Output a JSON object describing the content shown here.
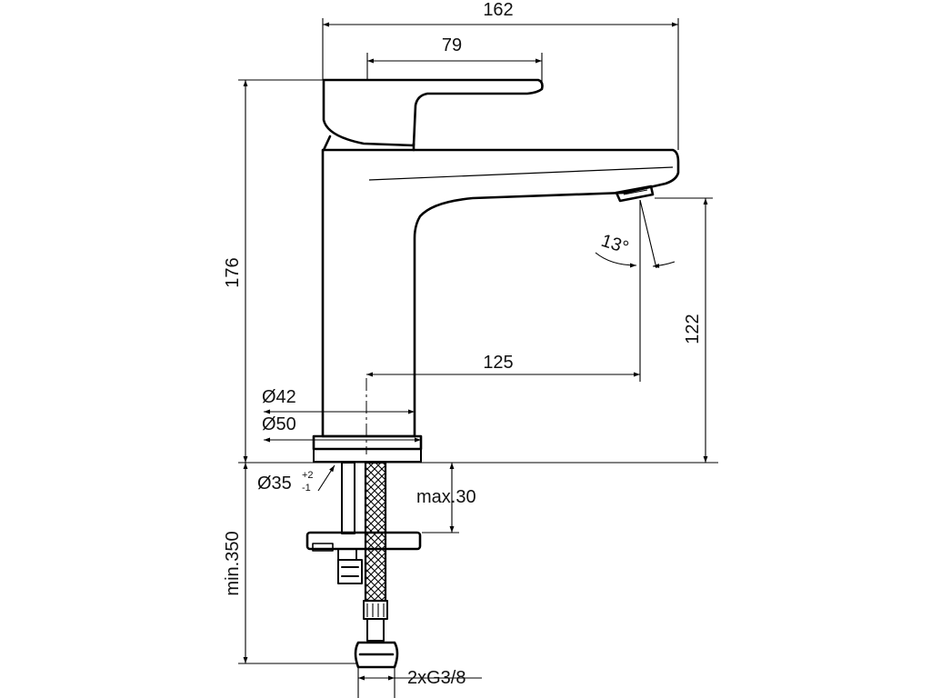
{
  "drawing": {
    "dimensions": {
      "overall_width": "162",
      "lever_length": "79",
      "overall_height": "176",
      "spout_height": "122",
      "spout_projection": "125",
      "body_diameter": "Ø42",
      "base_diameter": "Ø50",
      "hole_diameter": "Ø35",
      "hole_tolerance_upper": "+2",
      "hole_tolerance_lower": "-1",
      "max_deck_thickness": "max.30",
      "min_hose_length": "min.350",
      "connection": "2xG3/8",
      "spray_angle": "13°"
    }
  }
}
